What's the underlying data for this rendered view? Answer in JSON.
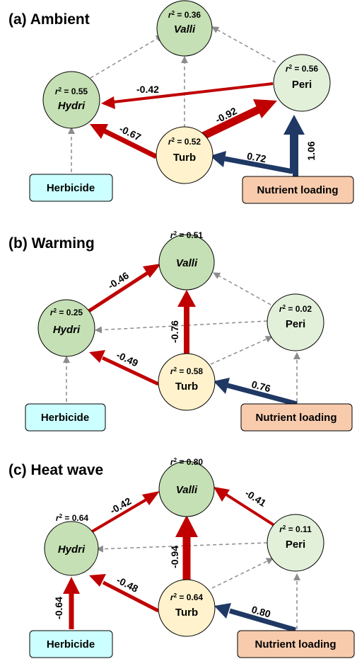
{
  "colors": {
    "negative": "#c00000",
    "positive": "#1f3864",
    "dashed": "#8c8c8c",
    "valli_fill": "#c5e0b4",
    "hydri_fill": "#c5e0b4",
    "peri_fill": "#e2f0d9",
    "turb_fill": "#fff2cc",
    "herbicide_fill": "#ccffff",
    "nutrient_fill": "#f8cbad"
  },
  "panels": [
    {
      "id": "a",
      "title": "(a) Ambient",
      "nodes": {
        "valli": {
          "name": "Valli",
          "italic": true,
          "r2": "0.36"
        },
        "hydri": {
          "name": "Hydri",
          "italic": true,
          "r2": "0.55"
        },
        "peri": {
          "name": "Peri",
          "italic": false,
          "r2": "0.56"
        },
        "turb": {
          "name": "Turb",
          "italic": false,
          "r2": "0.52"
        }
      },
      "drivers": {
        "herbicide": "Herbicide",
        "nutrient": "Nutrient loading"
      },
      "paths": [
        {
          "id": "peri-hydri",
          "label": "-0.42"
        },
        {
          "id": "turb-hydri",
          "label": "-0.67"
        },
        {
          "id": "turb-peri",
          "label": "-0.92"
        },
        {
          "id": "nutrient-turb",
          "label": "0.72"
        },
        {
          "id": "nutrient-peri",
          "label": "1.06"
        }
      ]
    },
    {
      "id": "b",
      "title": "(b) Warming",
      "nodes": {
        "valli": {
          "name": "Valli",
          "italic": true,
          "r2": "0.51"
        },
        "hydri": {
          "name": "Hydri",
          "italic": true,
          "r2": "0.25"
        },
        "peri": {
          "name": "Peri",
          "italic": false,
          "r2": "0.02"
        },
        "turb": {
          "name": "Turb",
          "italic": false,
          "r2": "0.58"
        }
      },
      "drivers": {
        "herbicide": "Herbicide",
        "nutrient": "Nutrient loading"
      },
      "paths": [
        {
          "id": "hydri-valli",
          "label": "-0.46"
        },
        {
          "id": "turb-valli",
          "label": "-0.76"
        },
        {
          "id": "turb-hydri",
          "label": "-0.49"
        },
        {
          "id": "nutrient-turb",
          "label": "0.76"
        }
      ]
    },
    {
      "id": "c",
      "title": "(c) Heat wave",
      "nodes": {
        "valli": {
          "name": "Valli",
          "italic": true,
          "r2": "0.80"
        },
        "hydri": {
          "name": "Hydri",
          "italic": true,
          "r2": "0.64"
        },
        "peri": {
          "name": "Peri",
          "italic": false,
          "r2": "0.11"
        },
        "turb": {
          "name": "Turb",
          "italic": false,
          "r2": "0.64"
        }
      },
      "drivers": {
        "herbicide": "Herbicide",
        "nutrient": "Nutrient loading"
      },
      "paths": [
        {
          "id": "hydri-valli",
          "label": "-0.42"
        },
        {
          "id": "peri-valli",
          "label": "-0.41"
        },
        {
          "id": "turb-valli",
          "label": "-0.94"
        },
        {
          "id": "turb-hydri",
          "label": "-0.48"
        },
        {
          "id": "herbicide-hydri",
          "label": "-0.64"
        },
        {
          "id": "nutrient-turb",
          "label": "0.80"
        }
      ]
    }
  ]
}
